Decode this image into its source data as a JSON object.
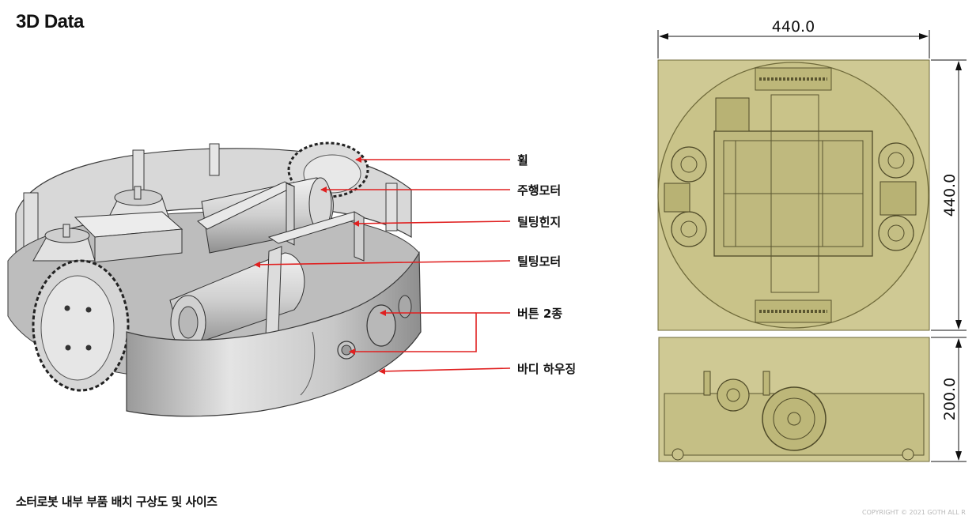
{
  "title": "3D Data",
  "caption": "소터로봇 내부 부품 배치 구상도 및 사이즈",
  "copyright": "COPYRIGHT © 2021 GOTH ALL R",
  "callouts": [
    {
      "label": "휠"
    },
    {
      "label": "주행모터"
    },
    {
      "label": "틸팅힌지"
    },
    {
      "label": "틸팅모터"
    },
    {
      "label": "버튼 2종"
    },
    {
      "label": "바디 하우징"
    }
  ],
  "dimensions": {
    "top_width": "440.0",
    "top_height": "440.0",
    "side_height": "200.0"
  },
  "colors": {
    "arrow": "#e02020",
    "drawing_fill": "#cfc994",
    "drawing_line": "#6f6a3a",
    "model_body": "#d4d4d4",
    "model_edge": "#3a3a3a"
  }
}
